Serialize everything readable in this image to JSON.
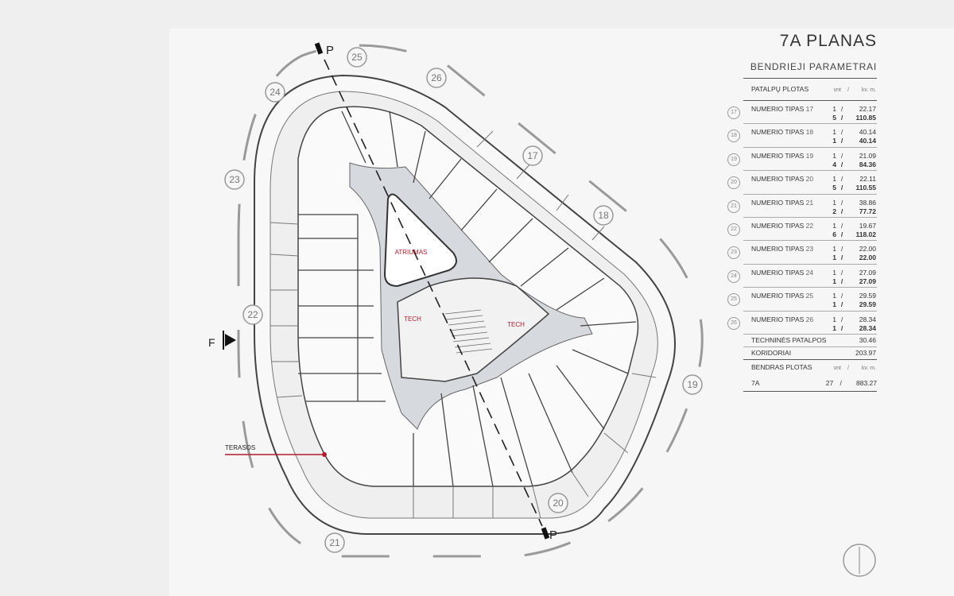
{
  "panel": {
    "title": "7A PLANAS",
    "subtitle": "BENDRIEJI PARAMETRAI",
    "area_header": {
      "label": "PATALPŲ PLOTAS",
      "unit_count": "vnt",
      "sep": "/",
      "unit_area": "kv. m."
    },
    "room_types": [
      {
        "num": "17",
        "label": "NUMERIO TIPAS",
        "code": "17",
        "unit_count": "1",
        "unit_area": "22.17",
        "count": "5",
        "total_area": "110.85"
      },
      {
        "num": "18",
        "label": "NUMERIO TIPAS",
        "code": "18",
        "unit_count": "1",
        "unit_area": "40.14",
        "count": "1",
        "total_area": "40.14"
      },
      {
        "num": "19",
        "label": "NUMERIO TIPAS",
        "code": "19",
        "unit_count": "1",
        "unit_area": "21.09",
        "count": "4",
        "total_area": "84.36"
      },
      {
        "num": "20",
        "label": "NUMERIO TIPAS",
        "code": "20",
        "unit_count": "1",
        "unit_area": "22.11",
        "count": "5",
        "total_area": "110.55"
      },
      {
        "num": "21",
        "label": "NUMERIO TIPAS",
        "code": "21",
        "unit_count": "1",
        "unit_area": "38.86",
        "count": "2",
        "total_area": "77.72"
      },
      {
        "num": "22",
        "label": "NUMERIO TIPAS",
        "code": "22",
        "unit_count": "1",
        "unit_area": "19.67",
        "count": "6",
        "total_area": "118.02"
      },
      {
        "num": "23",
        "label": "NUMERIO TIPAS",
        "code": "23",
        "unit_count": "1",
        "unit_area": "22.00",
        "count": "1",
        "total_area": "22.00"
      },
      {
        "num": "24",
        "label": "NUMERIO TIPAS",
        "code": "24",
        "unit_count": "1",
        "unit_area": "27.09",
        "count": "1",
        "total_area": "27.09"
      },
      {
        "num": "25",
        "label": "NUMERIO TIPAS",
        "code": "25",
        "unit_count": "1",
        "unit_area": "29.59",
        "count": "1",
        "total_area": "29.59"
      },
      {
        "num": "26",
        "label": "NUMERIO TIPAS",
        "code": "26",
        "unit_count": "1",
        "unit_area": "28.34",
        "count": "1",
        "total_area": "28.34"
      }
    ],
    "technical": {
      "label": "TECHNINĖS PATALPOS",
      "value": "30.46"
    },
    "corridors": {
      "label": "KORIDORIAI",
      "value": "203.97"
    },
    "total_header": {
      "label": "BENDRAS PLOTAS",
      "unit_count": "vnt",
      "sep": "/",
      "unit_area": "kv. m."
    },
    "total": {
      "label": "7A",
      "count": "27",
      "sep": "/",
      "area": "883.27"
    }
  },
  "plan": {
    "atrium_label": "ATRIUMAS",
    "tech_label_1": "TECH",
    "tech_label_2": "TECH",
    "terrace_label": "TERASOS",
    "section_marker_top": "P",
    "section_marker_bottom": "P",
    "facade_marker": "F",
    "unit_markers": [
      "25",
      "26",
      "24",
      "17",
      "23",
      "18",
      "22",
      "19",
      "20",
      "21"
    ]
  },
  "colors": {
    "accent": "#b01c2e",
    "line": "#4a4a4a",
    "light_line": "#8a8a8a",
    "corridor": "#d6d9dd",
    "paper": "#f6f6f6",
    "background": "#efefef"
  }
}
